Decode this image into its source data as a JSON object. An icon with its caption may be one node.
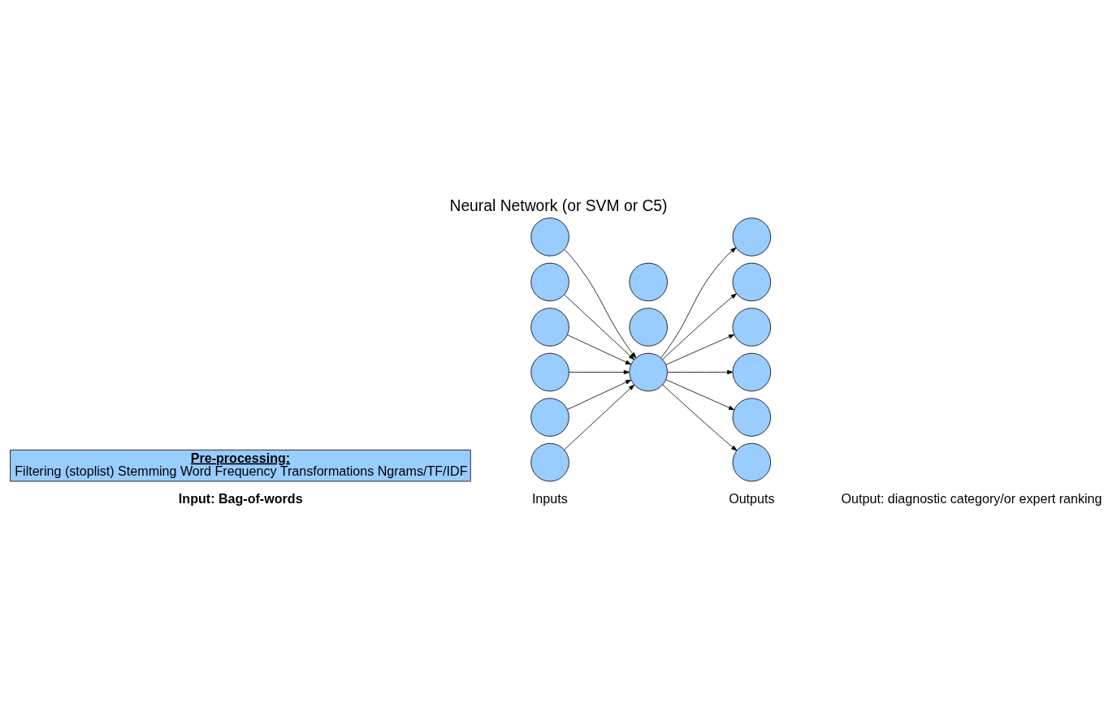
{
  "diagram": {
    "title": "Neural Network (or SVM or C5)",
    "nodes": [
      {
        "text": [],
        "shape": "circle"
      },
      {
        "text": [],
        "shape": "circle"
      },
      {
        "text": [],
        "shape": "circle"
      },
      {
        "text": [],
        "shape": "circle"
      },
      {
        "text": [],
        "shape": "circle"
      },
      {
        "text": [],
        "shape": "circle"
      },
      {
        "text": [],
        "shape": "circle"
      },
      {
        "text": [],
        "shape": "circle"
      },
      {
        "text": [],
        "shape": "circle"
      },
      {
        "text": [],
        "shape": "circle"
      },
      {
        "text": [],
        "shape": "circle"
      },
      {
        "text": [],
        "shape": "circle"
      },
      {
        "text": [],
        "shape": "circle"
      },
      {
        "text": [],
        "shape": "circle"
      },
      {
        "text": [],
        "shape": "circle"
      },
      {
        "text": [
          "Pre-processing:",
          "Filtering (stoplist) Stemming Word Frequency Transformations Ngrams/TF/IDF"
        ]
      }
    ],
    "edges": [
      {
        "from": 0,
        "to": 6,
        "arrow": "to"
      },
      {
        "from": 1,
        "to": 6,
        "arrow": "to"
      },
      {
        "from": 2,
        "to": 6,
        "arrow": "to"
      },
      {
        "from": 3,
        "to": 6,
        "arrow": "to"
      },
      {
        "from": 4,
        "to": 6,
        "arrow": "to"
      },
      {
        "from": 5,
        "to": 6,
        "arrow": "to"
      },
      {
        "from": 6,
        "to": 9,
        "arrow": "to"
      },
      {
        "from": 6,
        "to": 10,
        "arrow": "to"
      },
      {
        "from": 6,
        "to": 11,
        "arrow": "to"
      },
      {
        "from": 6,
        "to": 12,
        "arrow": "to"
      },
      {
        "from": 6,
        "to": 13,
        "arrow": "to"
      },
      {
        "from": 6,
        "to": 14,
        "arrow": "to"
      }
    ],
    "labels": [
      "Inputs",
      "Outputs",
      "Input: Bag-of-words",
      "Output: diagnostic category/or expert ranking"
    ]
  }
}
